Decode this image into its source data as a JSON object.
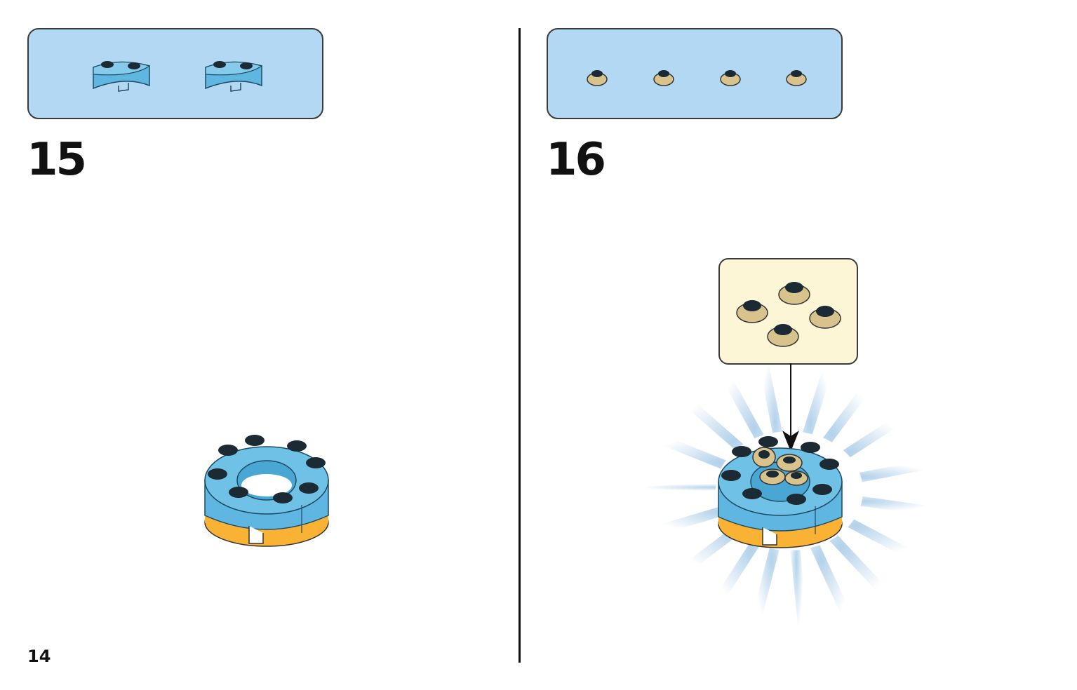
{
  "page": {
    "page_number": "14",
    "steps": [
      {
        "number": "15",
        "parts_list": {
          "part_icon": "light-blue-round-corner-brick",
          "count_shown": 2,
          "color": "#5fb6e0"
        }
      },
      {
        "number": "16",
        "parts_list": {
          "part_icon": "tan-round-plate-1x1",
          "count_shown": 4,
          "color": "#d9c38c"
        },
        "callout": {
          "part_icon": "tan-round-plate-1x1",
          "count_shown": 4,
          "background": "#fdf6d6"
        }
      }
    ]
  },
  "colors": {
    "parts_box_bg": "#b3d8f3",
    "brick_blue": "#5fb6e0",
    "brick_yellow": "#f9b233",
    "tan": "#d9c38c",
    "glow": "#a9cce8"
  }
}
